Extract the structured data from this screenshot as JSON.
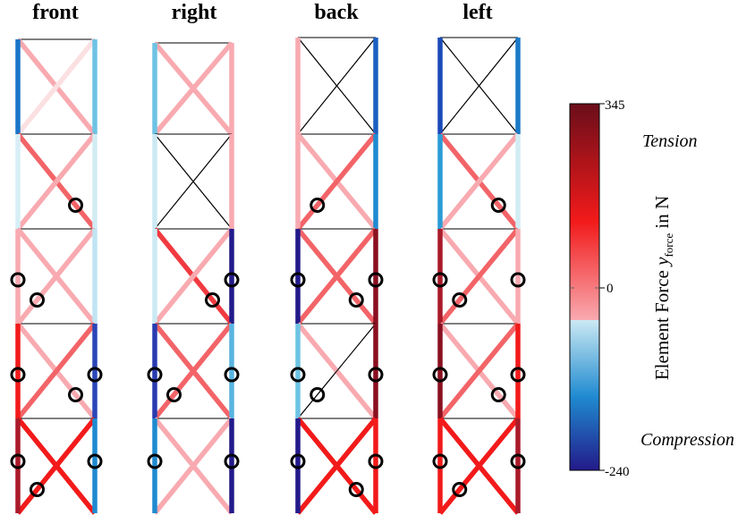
{
  "faces": [
    {
      "name": "front",
      "left": [
        "#1a75c8",
        "#d8eef6",
        "#f8aab0",
        "#f21a1a",
        "#aa1a2a"
      ],
      "right": [
        "#6ec3e4",
        "#d2ecf4",
        "#c0e4f2",
        "#2a46b8",
        "#1f8ad0"
      ],
      "diagA": [
        "#f8aab0",
        "#f26468",
        "#f8aab0",
        "#f8aab0",
        "#f21a1a"
      ],
      "diagB": [
        "#fbe0e2",
        "#f8aab0",
        "#f8aab0",
        "#f26468",
        "#f21a1a"
      ],
      "circles": [
        {
          "level": 1,
          "pos": "mid-right"
        },
        {
          "level": 2,
          "pos": "left"
        },
        {
          "level": 2,
          "pos": "mid-left"
        },
        {
          "level": 3,
          "pos": "left"
        },
        {
          "level": 3,
          "pos": "right"
        },
        {
          "level": 3,
          "pos": "mid-right"
        },
        {
          "level": 4,
          "pos": "left"
        },
        {
          "level": 4,
          "pos": "right"
        },
        {
          "level": 4,
          "pos": "mid-left"
        }
      ]
    },
    {
      "name": "right",
      "left": [
        "#6ec3e4",
        "#cbe9f3",
        "#cbe9f3",
        "#2a3bb0",
        "#1f8ad0"
      ],
      "right": [
        "#f8aab0",
        "#f8aab0",
        "#231a8a",
        "#58b4e0",
        "#231a8a"
      ],
      "diagA": [
        "#f8aab0",
        "#ffffff",
        "#f03a40",
        "#f26468",
        "#f8aab0"
      ],
      "diagB": [
        "#f8aab0",
        "#ffffff",
        "#f8aab0",
        "#f26468",
        "#f8aab0"
      ],
      "circles": [
        {
          "level": 2,
          "pos": "right"
        },
        {
          "level": 2,
          "pos": "mid-right"
        },
        {
          "level": 3,
          "pos": "left"
        },
        {
          "level": 3,
          "pos": "right"
        },
        {
          "level": 3,
          "pos": "mid-left"
        },
        {
          "level": 4,
          "pos": "left"
        },
        {
          "level": 4,
          "pos": "right"
        }
      ]
    },
    {
      "name": "back",
      "left": [
        "#f8aab0",
        "#f8aab0",
        "#231a8a",
        "#6ec3e4",
        "#231a8a"
      ],
      "right": [
        "#1a60c0",
        "#1f8ad0",
        "#8a1020",
        "#8a1020",
        "#f21a1a"
      ],
      "diagA": [
        "#ffffff",
        "#f8aab0",
        "#f26468",
        "#f8aab0",
        "#f21a1a"
      ],
      "diagB": [
        "#ffffff",
        "#f26468",
        "#f26468",
        "#ffffff",
        "#f21a1a"
      ],
      "circles": [
        {
          "level": 1,
          "pos": "mid-left"
        },
        {
          "level": 2,
          "pos": "left"
        },
        {
          "level": 2,
          "pos": "right"
        },
        {
          "level": 2,
          "pos": "mid-right"
        },
        {
          "level": 3,
          "pos": "left"
        },
        {
          "level": 3,
          "pos": "right"
        },
        {
          "level": 3,
          "pos": "mid-left"
        },
        {
          "level": 4,
          "pos": "left"
        },
        {
          "level": 4,
          "pos": "right"
        },
        {
          "level": 4,
          "pos": "mid-right"
        }
      ]
    },
    {
      "name": "left",
      "left": [
        "#1a4ab8",
        "#2a9cd6",
        "#aa1a2a",
        "#8a1020",
        "#f21a1a"
      ],
      "right": [
        "#1a7ac8",
        "#d2ecf4",
        "#f8aab0",
        "#f21a1a",
        "#aa1a2a"
      ],
      "diagA": [
        "#ffffff",
        "#f26468",
        "#f8aab0",
        "#f8aab0",
        "#f21a1a"
      ],
      "diagB": [
        "#ffffff",
        "#f8aab0",
        "#f26468",
        "#f26468",
        "#f21a1a"
      ],
      "circles": [
        {
          "level": 1,
          "pos": "mid-right"
        },
        {
          "level": 2,
          "pos": "left"
        },
        {
          "level": 2,
          "pos": "right"
        },
        {
          "level": 2,
          "pos": "mid-left"
        },
        {
          "level": 3,
          "pos": "left"
        },
        {
          "level": 3,
          "pos": "right"
        },
        {
          "level": 3,
          "pos": "mid-right"
        },
        {
          "level": 4,
          "pos": "left"
        },
        {
          "level": 4,
          "pos": "right"
        },
        {
          "level": 4,
          "pos": "mid-left"
        }
      ]
    }
  ],
  "colorbar": {
    "max_label": "345",
    "zero_label": "0",
    "min_label": "-240",
    "max": 345,
    "min": -240,
    "tension_label": "Tension",
    "compression_label": "Compression",
    "axis_label_prefix": "Element Force ",
    "axis_symbol": "y",
    "axis_subscript": "force",
    "axis_label_suffix": " in N",
    "stops": [
      "#231a8a",
      "#1f8ad0",
      "#cbe9f3",
      "#f8aab0",
      "#f21a1a",
      "#6a0e1a"
    ]
  }
}
